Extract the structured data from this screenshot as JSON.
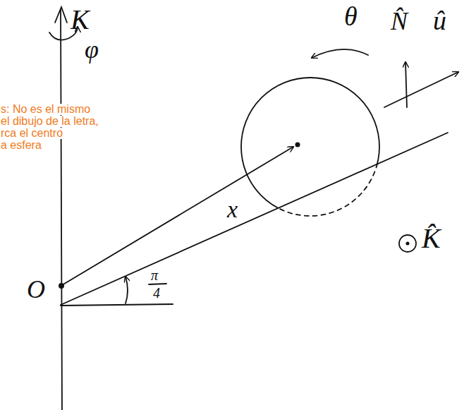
{
  "diagram": {
    "labels": [
      "K",
      "φ",
      "θ",
      "N̂",
      "û",
      "s: No es el mismo",
      "el dibujo de la letra,",
      "rca el centro",
      "a esfera",
      "x",
      "O",
      "K̂",
      "π",
      "4"
    ]
  }
}
